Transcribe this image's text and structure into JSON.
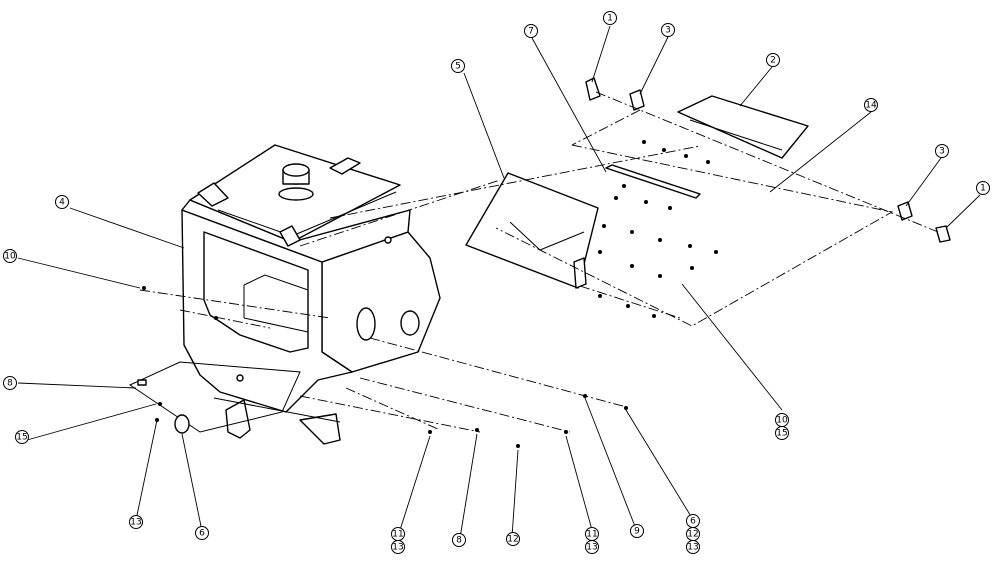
{
  "diagram": {
    "type": "exploded-parts-view",
    "callouts": [
      {
        "id": "c1a",
        "labels": [
          "1"
        ]
      },
      {
        "id": "c3a",
        "labels": [
          "3"
        ]
      },
      {
        "id": "c7",
        "labels": [
          "7"
        ]
      },
      {
        "id": "c2",
        "labels": [
          "2"
        ]
      },
      {
        "id": "c5",
        "labels": [
          "5"
        ]
      },
      {
        "id": "c14",
        "labels": [
          "14"
        ]
      },
      {
        "id": "c3b",
        "labels": [
          "3"
        ]
      },
      {
        "id": "c1b",
        "labels": [
          "1"
        ]
      },
      {
        "id": "c4",
        "labels": [
          "4"
        ]
      },
      {
        "id": "c10a",
        "labels": [
          "10"
        ]
      },
      {
        "id": "c8a",
        "labels": [
          "8"
        ]
      },
      {
        "id": "c15",
        "labels": [
          "15"
        ]
      },
      {
        "id": "c13",
        "labels": [
          "13"
        ]
      },
      {
        "id": "c6a",
        "labels": [
          "6"
        ]
      },
      {
        "id": "c11a",
        "labels": [
          "11",
          "13"
        ]
      },
      {
        "id": "c8b",
        "labels": [
          "8"
        ]
      },
      {
        "id": "c12",
        "labels": [
          "12"
        ]
      },
      {
        "id": "c11b",
        "labels": [
          "11",
          "13"
        ]
      },
      {
        "id": "c9",
        "labels": [
          "9"
        ]
      },
      {
        "id": "c6b",
        "labels": [
          "6",
          "12",
          "13"
        ]
      },
      {
        "id": "c10b",
        "labels": [
          "10",
          "15"
        ]
      }
    ]
  }
}
